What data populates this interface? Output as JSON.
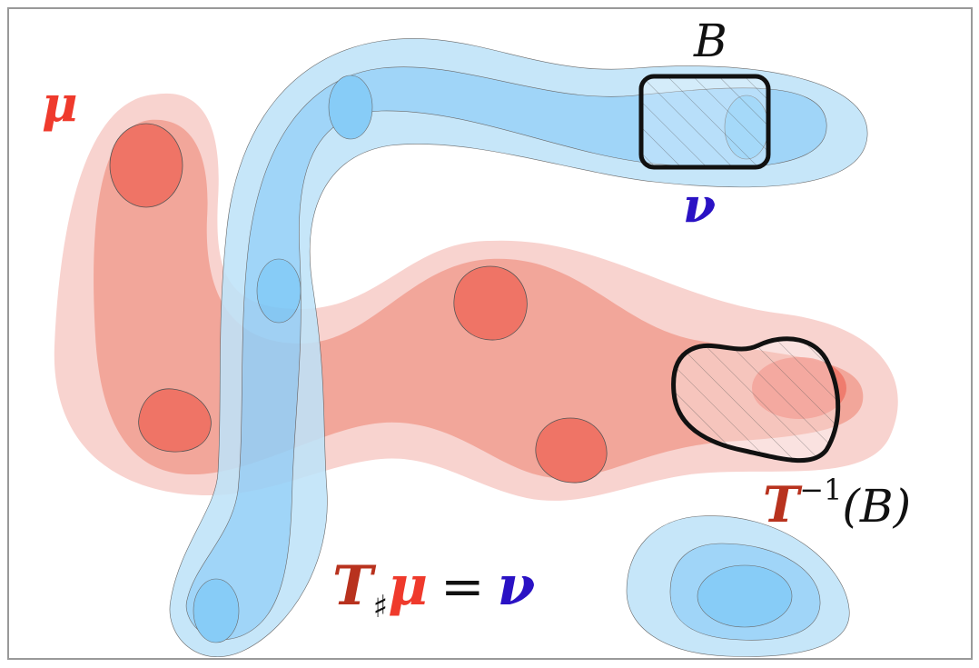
{
  "labels": {
    "mu": "μ",
    "nu": "ν",
    "set_b": "B",
    "preimage_t": "T",
    "preimage_sup": "−1",
    "preimage_arg": "(B)",
    "push_t": "T",
    "push_sharp": "♯",
    "push_mu": "μ",
    "push_eq": "=",
    "push_nu": "ν"
  },
  "colors": {
    "red_outer": "#f8d3cf",
    "red_mid": "#f2a69a",
    "red_core": "#ef7466",
    "blue_outer": "#bfe3f9",
    "blue_mid": "#94d0f8",
    "blue_core": "#77c6f7",
    "mu_label": "#ef3a2c",
    "nu_label": "#2a12c4",
    "t_label": "#b8321e",
    "frame": "#999999",
    "set_outline": "#111111"
  }
}
